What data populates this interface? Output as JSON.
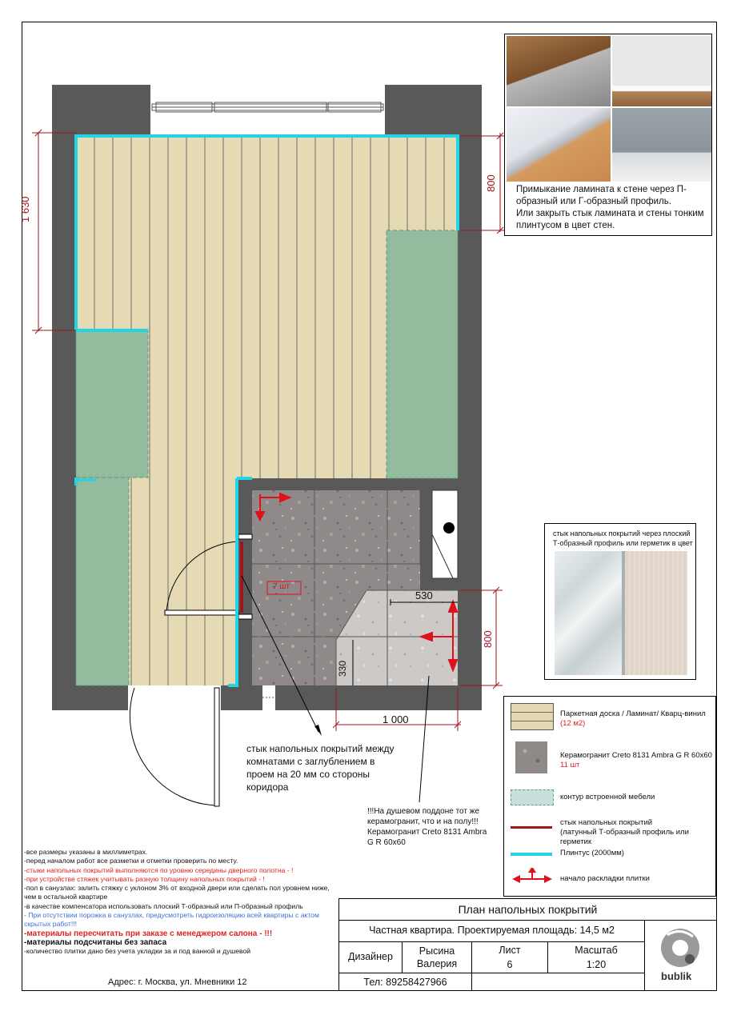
{
  "plan": {
    "dimensions": {
      "left_height": "1 630",
      "right_top": "800",
      "bath_width": "530",
      "bath_height": "800",
      "tray_height": "330",
      "tray_width": "1 000"
    },
    "tile_count_label": "7 шт"
  },
  "profile_box": {
    "caption": [
      "Примыкание ламината к стене через П-",
      "образный или Г-образный профиль.",
      "Или закрыть стык ламината и стены тонким",
      "плинтусом в цвет стен."
    ]
  },
  "joint_box": {
    "caption": [
      "стык напольных покрытий через плоский",
      "Т-образный профиль или герметик в цвет"
    ]
  },
  "notes_on_plan": {
    "doorway_note": [
      "стык напольных покрытий между",
      "комнатами с заглублением в",
      "проем на 20 мм со стороны",
      "коридора"
    ],
    "shower_note": [
      "!!!На душевом поддоне тот же",
      "керамогранит, что и на полу!!!",
      "Керамогранит Creto 8131 Ambra",
      "G R 60x60"
    ]
  },
  "legend": [
    {
      "label": "Паркетная доска / Ламинат/ Кварц-винил",
      "sub": "(12 м2)",
      "swatch": "planks",
      "color": "#e3d8b0"
    },
    {
      "label": "Керамогранит Creto 8131 Ambra G R 60x60",
      "sub": "11 шт",
      "swatch": "stone",
      "color": "#8f8a88"
    },
    {
      "label": "контур встроенной мебели",
      "sub": "",
      "swatch": "dashed",
      "color": "#a9cbc0"
    },
    {
      "label": "стык напольных покрытий",
      "sub": "(латунный Т-образный профиль или герметик",
      "swatch": "darkred",
      "color": "#a0141e"
    },
    {
      "label": "Плинтус (2000мм)",
      "sub": "",
      "swatch": "cyan",
      "color": "#22d4e6"
    },
    {
      "label": "начало раскладки плитки",
      "sub": "",
      "swatch": "arrow",
      "color": "#e0101c"
    }
  ],
  "notes": [
    {
      "text": "-все размеры указаны в миллиметрах.",
      "style": ""
    },
    {
      "text": "-перед началом работ все разметки и отметки проверить по месту.",
      "style": ""
    },
    {
      "text": "-стыки напольных покрытий выполняются по уровню середины дверного полотна - !",
      "style": "red"
    },
    {
      "text": "-при устройстве стяжек учитывать разную толщину напольных покрытий - !",
      "style": "red"
    },
    {
      "text": "-пол в санузлах: залить стяжку с уклоном 3% от входной двери или сделать пол уровнем ниже, чем в остальной квартире",
      "style": ""
    },
    {
      "text": "-в качестве компенсатора использовать плоский Т-образный или П-образный профиль",
      "style": ""
    },
    {
      "text": "- При отсутствии порожка в санузлах, предусмотреть гидроизоляцию всей квартиры с актом скрытых работ!!!",
      "style": "blue"
    },
    {
      "text": "-материалы пересчитать при заказе с менеджером салона - !!!",
      "style": "boldred"
    },
    {
      "text": "-материалы подсчитаны без запаса",
      "style": "bold"
    },
    {
      "text": "-количество плитки дано без учета укладки за и под ванной и душевой",
      "style": ""
    }
  ],
  "address": "Адрес: г. Москва, ул. Мневники 12",
  "title_block": {
    "title": "План напольных покрытий",
    "subtitle": "Частная квартира. Проектируемая площадь: 14,5 м2",
    "designer_label": "Дизайнер",
    "designer_name_1": "Рысина",
    "designer_name_2": "Валерия",
    "sheet_label": "Лист",
    "sheet_value": "6",
    "scale_label": "Масштаб",
    "scale_value": "1:20",
    "phone": "Тел: 89258427966",
    "logo": "bublik"
  }
}
